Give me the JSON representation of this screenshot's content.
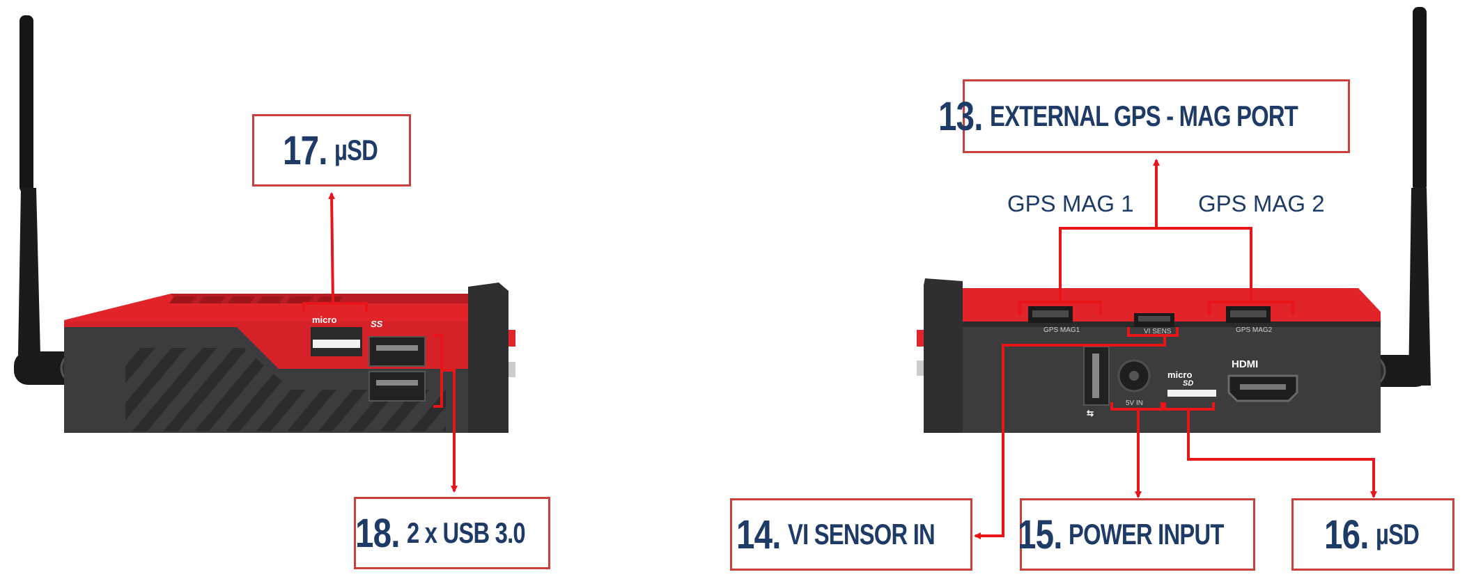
{
  "callouts": {
    "c13": {
      "number": "13.",
      "text": "EXTERNAL GPS - MAG PORT"
    },
    "c14": {
      "number": "14.",
      "text": "VI SENSOR IN"
    },
    "c15": {
      "number": "15.",
      "text": "POWER INPUT"
    },
    "c16": {
      "number": "16.",
      "text": "µSD"
    },
    "c17": {
      "number": "17.",
      "text": "µSD"
    },
    "c18": {
      "number": "18.",
      "text": "2 x USB 3.0"
    }
  },
  "labels": {
    "gps_mag_1": "GPS MAG 1",
    "gps_mag_2": "GPS MAG 2"
  },
  "port_silkscreen": {
    "gps_mag1": "GPS MAG1",
    "vi_sens": "VI SENS",
    "gps_mag2": "GPS MAG2",
    "five_v_in": "5V IN",
    "hdmi": "HDMI",
    "micro": "micro",
    "sd": "SD",
    "ss": "SS"
  },
  "colors": {
    "red_body": "#e0242a",
    "dark_body": "#3c3c3e",
    "arrow": "#e8161b",
    "callout_border": "#c9403a",
    "callout_text": "#1e3a66"
  }
}
